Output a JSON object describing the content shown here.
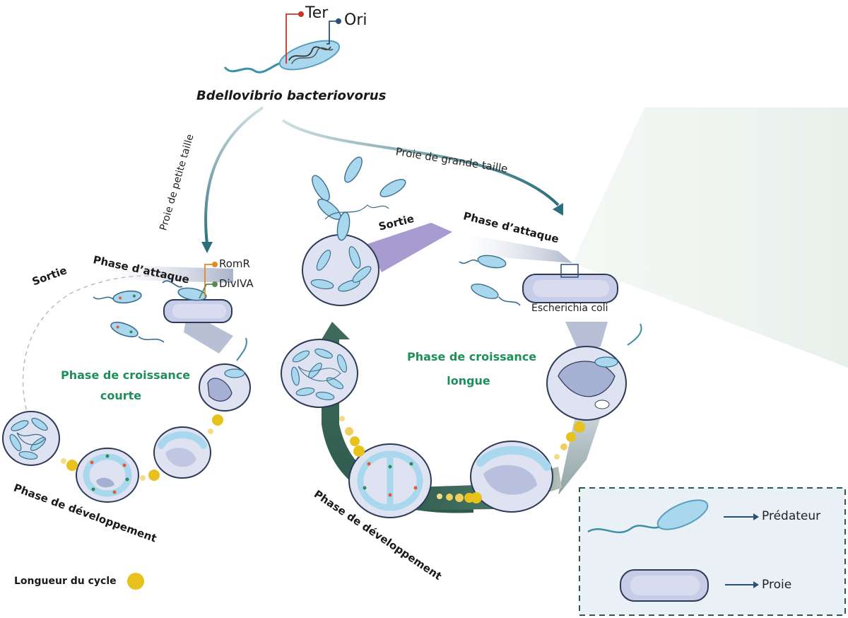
{
  "species": "Bdellovibrio bacteriovorus",
  "chromosome_labels": {
    "ter": "Ter",
    "ori": "Ori"
  },
  "arrows": {
    "small_prey": "Proie de petite taille",
    "large_prey": "Proie de grande taille"
  },
  "small_cycle": {
    "attack": "Phase d’attaque",
    "exit": "Sortie",
    "growth_line1": "Phase de croissance",
    "growth_line2": "courte",
    "development": "Phase de développement",
    "markers": {
      "romr": "RomR",
      "divIVA": "DivIVA"
    }
  },
  "large_cycle": {
    "attack": "Phase d’attaque",
    "exit": "Sortie",
    "growth_line1": "Phase de croissance",
    "growth_line2": "longue",
    "development": "Phase de développement",
    "prey_name": "Escherichia coli"
  },
  "legend": {
    "predator": "Prédateur",
    "prey": "Proie",
    "cycle_length": "Longueur du cycle"
  },
  "colors": {
    "predator_fill": "#a9d8ee",
    "predator_outline": "#3a6e8c",
    "prey_fill": "#c7cde8",
    "prey_outline": "#2c3a56",
    "cycle_dark": "#2d5a4c",
    "cycle_purple": "#a79bd0",
    "dot_yellow": "#e8c21c",
    "green_text": "#1f8f5a",
    "ter_red": "#c0392b",
    "ori_blue": "#2c4f7c",
    "romr_orange": "#e08a2c",
    "divIVA_green": "#5a8a4a"
  }
}
